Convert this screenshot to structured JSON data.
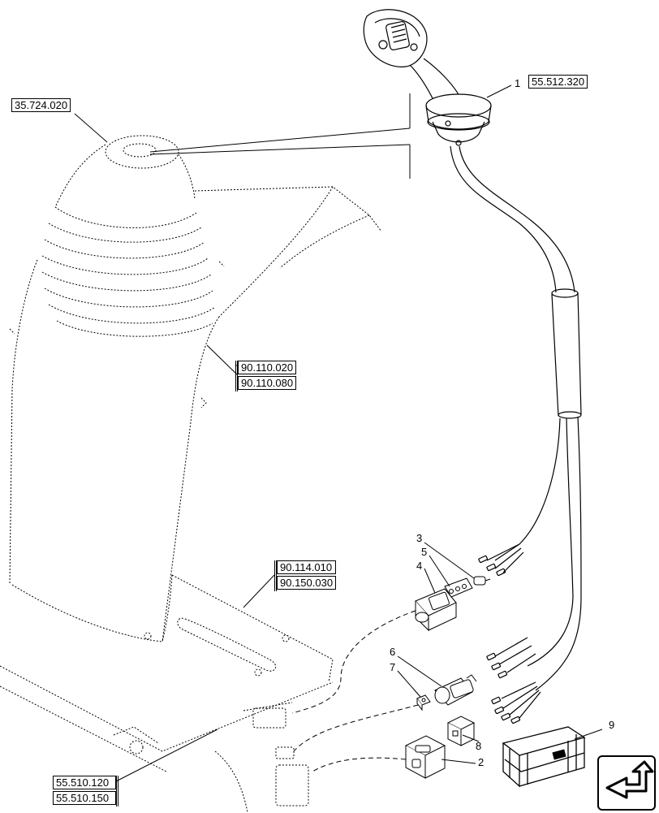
{
  "references": {
    "top_left": "35.724.020",
    "top_right": "55.512.320",
    "mid_a": "90.110.020",
    "mid_b": "90.110.080",
    "lower_a": "90.114.010",
    "lower_b": "90.150.030",
    "bottom_a": "55.510.120",
    "bottom_b": "55.510.150"
  },
  "item_numbers": {
    "n1": "1",
    "n2": "2",
    "n3": "3",
    "n4": "4",
    "n5": "5",
    "n6": "6",
    "n7": "7",
    "n8": "8",
    "n9": "9"
  },
  "icons": {
    "navigation": "turn-page-arrow-icon"
  }
}
